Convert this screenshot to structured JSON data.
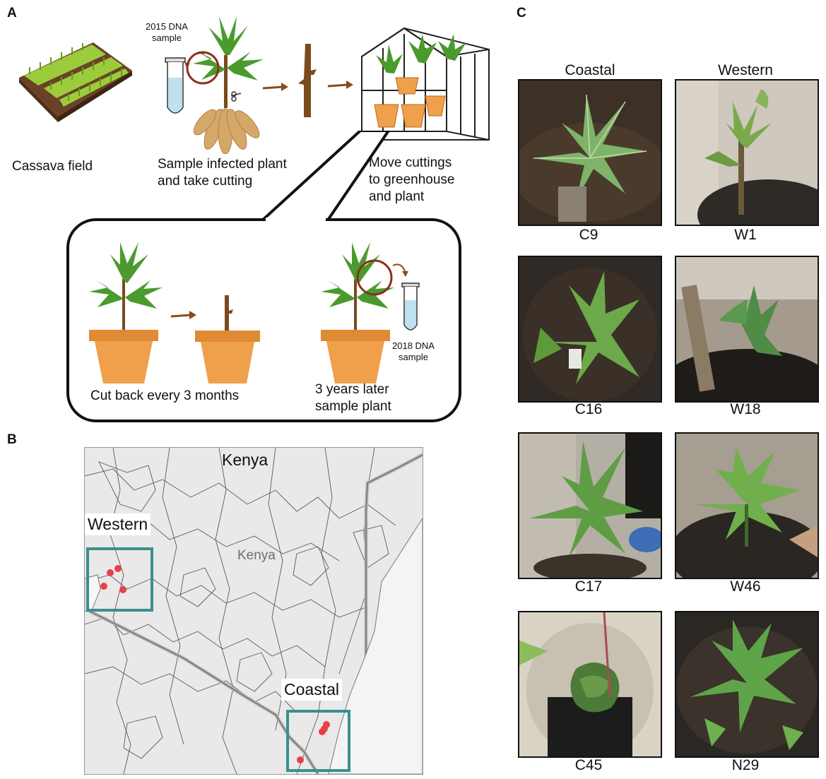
{
  "panel_a": {
    "letter": "A",
    "field_label": "Cassava field",
    "dna_2015_line1": "2015 DNA",
    "dna_2015_line2": "sample",
    "sample_label_line1": "Sample infected plant",
    "sample_label_line2": "and take cutting",
    "greenhouse_label_line1": "Move cuttings",
    "greenhouse_label_line2": "to greenhouse",
    "greenhouse_label_line3": "and plant",
    "cutback_label": "Cut back every 3 months",
    "later_label_line1": "3 years later",
    "later_label_line2": "sample plant",
    "dna_2018_line1": "2018 DNA",
    "dna_2018_line2": "sample"
  },
  "panel_b": {
    "letter": "B",
    "country_title": "Kenya",
    "country_watermark": "Kenya",
    "western_label": "Western",
    "coastal_label": "Coastal",
    "box_color": "#3b8f8f",
    "point_color": "#e8404a"
  },
  "panel_c": {
    "letter": "C",
    "col_coastal": "Coastal",
    "col_western": "Western",
    "photos_left": [
      "C9",
      "C16",
      "C17",
      "C45"
    ],
    "photos_right": [
      "W1",
      "W18",
      "W46",
      "N29"
    ]
  },
  "colors": {
    "leaf_green": "#4a9a2e",
    "pot_orange": "#f0a04b",
    "stem_brown": "#7a4a1e",
    "arrow_brown": "#8a4a1a"
  }
}
